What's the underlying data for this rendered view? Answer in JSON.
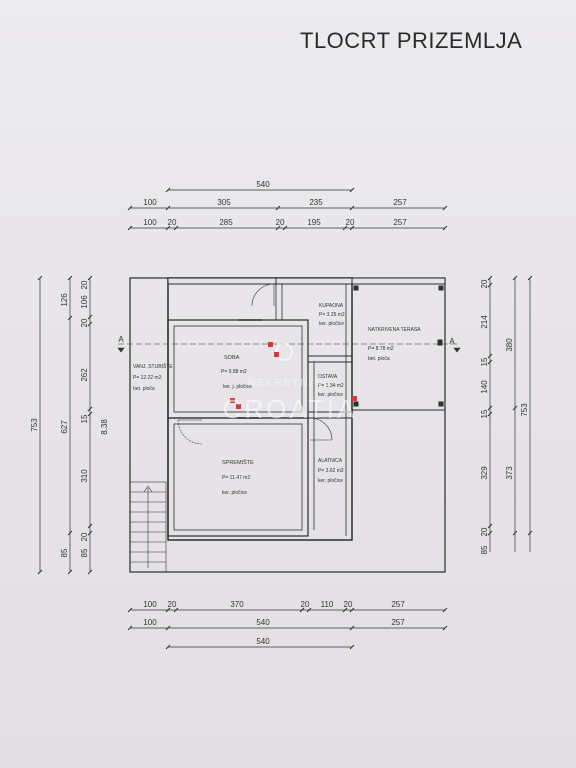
{
  "title": "TLOCRT PRIZEMLJA",
  "dims_top_total": "540",
  "dims_top_row1": [
    "100",
    "305",
    "235",
    "257"
  ],
  "dims_top_row2": [
    "100",
    "20",
    "285",
    "20",
    "195",
    "20",
    "257"
  ],
  "dims_bottom_row1": [
    "100",
    "20",
    "370",
    "20",
    "110",
    "20",
    "257"
  ],
  "dims_bottom_row2": [
    "100",
    "540",
    "257"
  ],
  "dims_bottom_total": "540",
  "dims_left_outer": "753",
  "dims_left_mid": [
    "627",
    "8.38"
  ],
  "dims_left_inner": [
    "126",
    "20",
    "106",
    "20",
    "262",
    "15",
    "310",
    "20",
    "85",
    "85"
  ],
  "dims_right_inner": [
    "20",
    "214",
    "15",
    "140",
    "15",
    "329",
    "20",
    "85"
  ],
  "dims_right_mid": [
    "380",
    "373"
  ],
  "dims_right_outer": "753",
  "section_mark": "A",
  "rooms": {
    "kupaona": {
      "name": "KUPAONA",
      "area": "P= 3.25 m2",
      "floor": "ker. pločice"
    },
    "terasa": {
      "name": "NATKRIVENA TERASA",
      "area": "P= 8.78 m2",
      "floor": "bet. ploča"
    },
    "soba": {
      "name": "SOBA",
      "area": "P= 9.88 m2",
      "floor": "ker. j. pločice"
    },
    "ostava": {
      "name": "OSTAVA",
      "area": "P= 1.34 m2",
      "floor": "ker. pločice"
    },
    "stubiste": {
      "name": "VANJ. STUBIŠTE",
      "area": "P= 12.22 m2",
      "floor": "bet. ploča"
    },
    "spremiste": {
      "name": "SPREMIŠTE",
      "area": "P= 11.47 m2",
      "floor": "ker. pločice"
    },
    "alatnica": {
      "name": "ALATNICA",
      "area": "P= 3.62 m2",
      "floor": "ker. pločice"
    }
  },
  "watermark": {
    "line1": "NEKRETNINE",
    "line2": "CROATIA"
  }
}
